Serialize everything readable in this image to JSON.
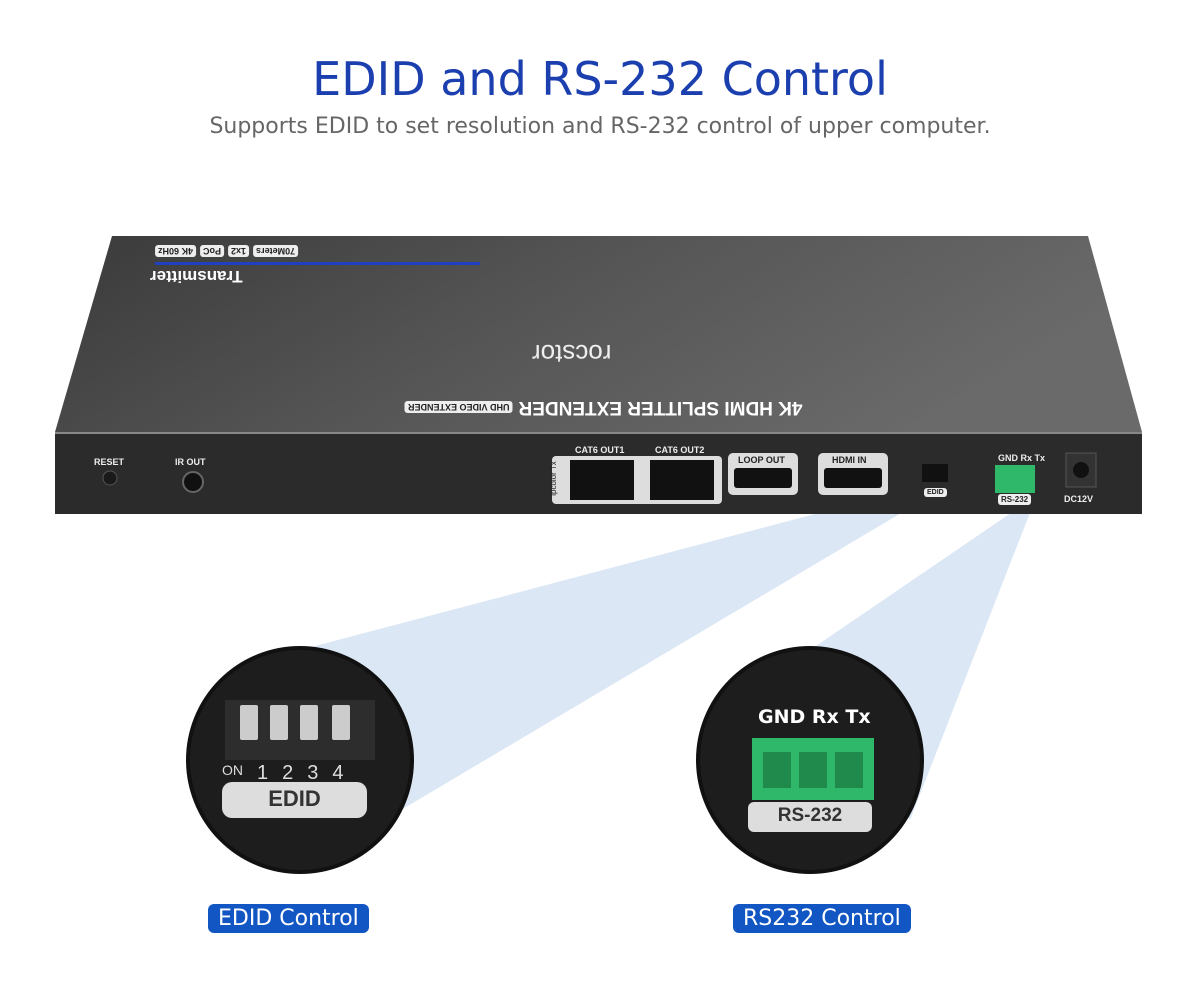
{
  "header": {
    "title": "EDID and RS-232 Control",
    "subtitle": "Supports EDID to set resolution and RS-232 control of upper computer."
  },
  "device": {
    "badges": [
      "70Meters",
      "1x2",
      "PoC",
      "4K 60Hz"
    ],
    "model": "Transmitter",
    "brand": "rocstor",
    "product_name": "4K HDMI SPLITTER EXTENDER",
    "product_tag": "UHD VIDEO EXTENDER",
    "ports": {
      "reset": "RESET",
      "ir_out": "IR OUT",
      "cat6_out1": "CAT6 OUT1",
      "cat6_out2": "CAT6 OUT2",
      "ipcolor": "ipcolor Tx",
      "loop_out": "LOOP OUT",
      "hdmi_in": "HDMI IN",
      "edid": "EDID",
      "rs232_pins": "GND Rx Tx",
      "rs232": "RS-232",
      "dc": "DC12V"
    }
  },
  "callouts": {
    "edid": {
      "switch_on": "ON",
      "switch_numbers": [
        "1",
        "2",
        "3",
        "4"
      ],
      "label": "EDID",
      "caption": "EDID Control"
    },
    "rs232": {
      "pins": "GND Rx Tx",
      "label": "RS-232",
      "caption": "RS232 Control"
    }
  },
  "colors": {
    "title": "#1b3fae",
    "accent": "#1256c4",
    "terminal": "#2fb86a"
  }
}
